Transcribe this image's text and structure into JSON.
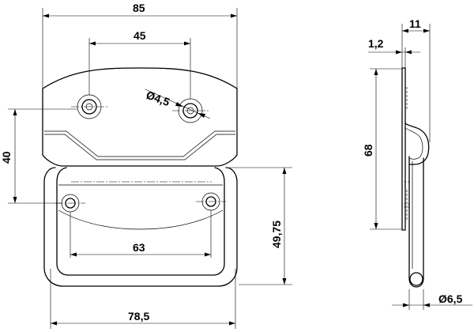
{
  "dimensions": {
    "overall_width": "85",
    "hole_spacing_top": "45",
    "hole_diameter": "Ø4,5",
    "bracket_height": "40",
    "hole_spacing_bottom": "63",
    "handle_drop": "49,75",
    "handle_width": "78,5",
    "plate_thickness": "1,2",
    "depth": "11",
    "side_height": "68",
    "bar_diameter": "Ø6,5"
  }
}
